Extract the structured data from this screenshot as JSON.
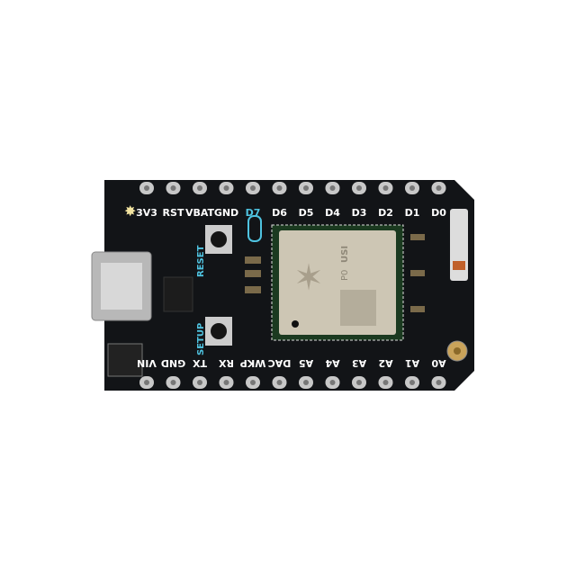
{
  "device": {
    "top_pins": [
      "3V3",
      "RST",
      "VBAT",
      "GND",
      "D7",
      "D6",
      "D5",
      "D4",
      "D3",
      "D2",
      "D1",
      "D0"
    ],
    "bottom_pins": [
      "VIN",
      "GND",
      "TX",
      "RX",
      "WKP",
      "DAC",
      "A5",
      "A4",
      "A3",
      "A2",
      "A1",
      "A0"
    ],
    "button_labels": {
      "reset": "RESET",
      "setup": "SETUP"
    },
    "module_text": {
      "brand": "USI",
      "model": "P0"
    },
    "colors": {
      "pcb": "#121417",
      "silk": "#ffffff",
      "accent": "#4fc3e0",
      "module": "#cdc6b4",
      "pins": "#c8c8c8"
    }
  }
}
